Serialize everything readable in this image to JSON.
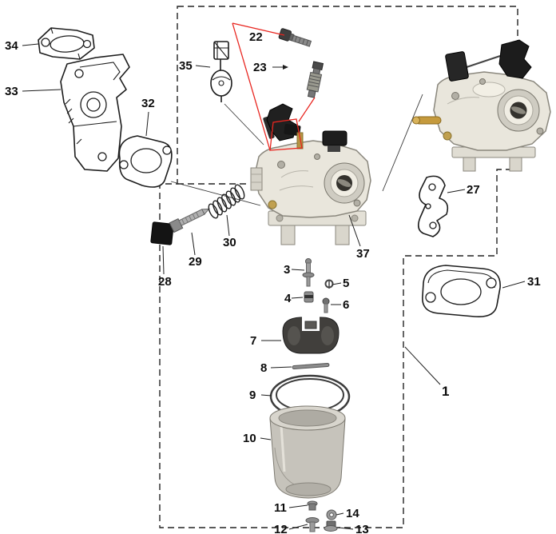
{
  "diagram": {
    "colors": {
      "highlight": "#e8251f",
      "line_art": "#1c1c1c",
      "boundary_dash": "#222222",
      "metal_body": "#e9e6dc",
      "brass": "#c59a3d",
      "black_part": "#1c1c1c"
    },
    "labels": {
      "p1": "1",
      "p3": "3",
      "p4": "4",
      "p5": "5",
      "p6": "6",
      "p7": "7",
      "p8": "8",
      "p9": "9",
      "p10": "10",
      "p11": "11",
      "p12": "12",
      "p13": "13",
      "p14": "14",
      "p22": "22",
      "p23": "23",
      "p27": "27",
      "p28": "28",
      "p29": "29",
      "p30": "30",
      "p31": "31",
      "p32": "32",
      "p33": "33",
      "p34": "34",
      "p35": "35",
      "p37": "37"
    }
  }
}
